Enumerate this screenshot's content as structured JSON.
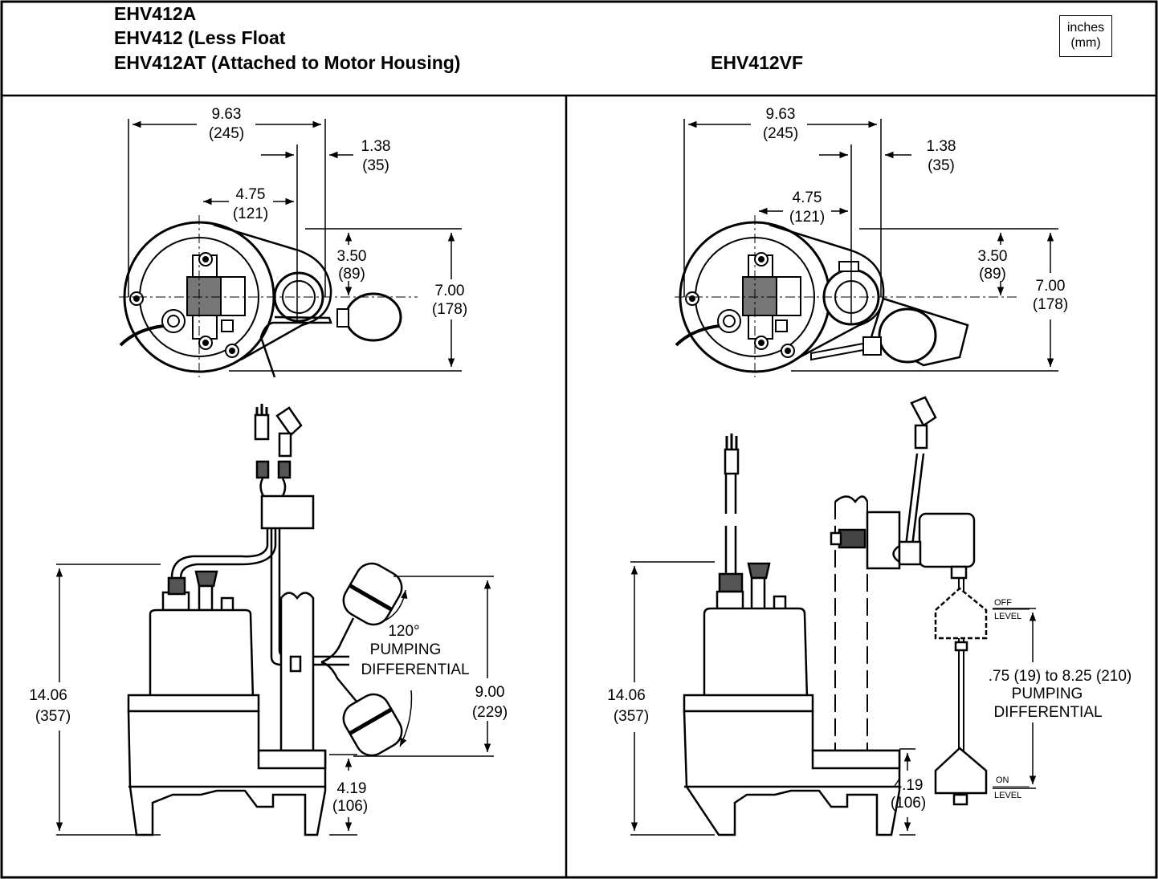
{
  "header": {
    "left_model_1": "EHV412A",
    "left_model_2": "EHV412 (Less Float",
    "left_model_3": "EHV412AT (Attached to Motor Housing)",
    "right_model": "EHV412VF",
    "units_line1": "inches",
    "units_line2": "(mm)"
  },
  "left_top_view": {
    "width_in": "9.63",
    "width_mm": "(245)",
    "offset_in": "1.38",
    "offset_mm": "(35)",
    "center_in": "4.75",
    "center_mm": "(121)",
    "half_depth_in": "3.50",
    "half_depth_mm": "(89)",
    "depth_in": "7.00",
    "depth_mm": "(178)"
  },
  "left_side_view": {
    "height_in": "14.06",
    "height_mm": "(357)",
    "angle": "120°",
    "pumping": "PUMPING",
    "differential": "DIFFERENTIAL",
    "float_range_in": "9.00",
    "float_range_mm": "(229)",
    "inlet_in": "4.19",
    "inlet_mm": "(106)"
  },
  "right_top_view": {
    "width_in": "9.63",
    "width_mm": "(245)",
    "offset_in": "1.38",
    "offset_mm": "(35)",
    "center_in": "4.75",
    "center_mm": "(121)",
    "half_depth_in": "3.50",
    "half_depth_mm": "(89)",
    "depth_in": "7.00",
    "depth_mm": "(178)"
  },
  "right_side_view": {
    "height_in": "14.06",
    "height_mm": "(357)",
    "off_1": "OFF",
    "off_2": "LEVEL",
    "on_1": "ON",
    "on_2": "LEVEL",
    "range": ".75 (19) to 8.25 (210)",
    "pumping": "PUMPING",
    "differential": "DIFFERENTIAL",
    "inlet_in": "4.19",
    "inlet_mm": "(106)"
  }
}
